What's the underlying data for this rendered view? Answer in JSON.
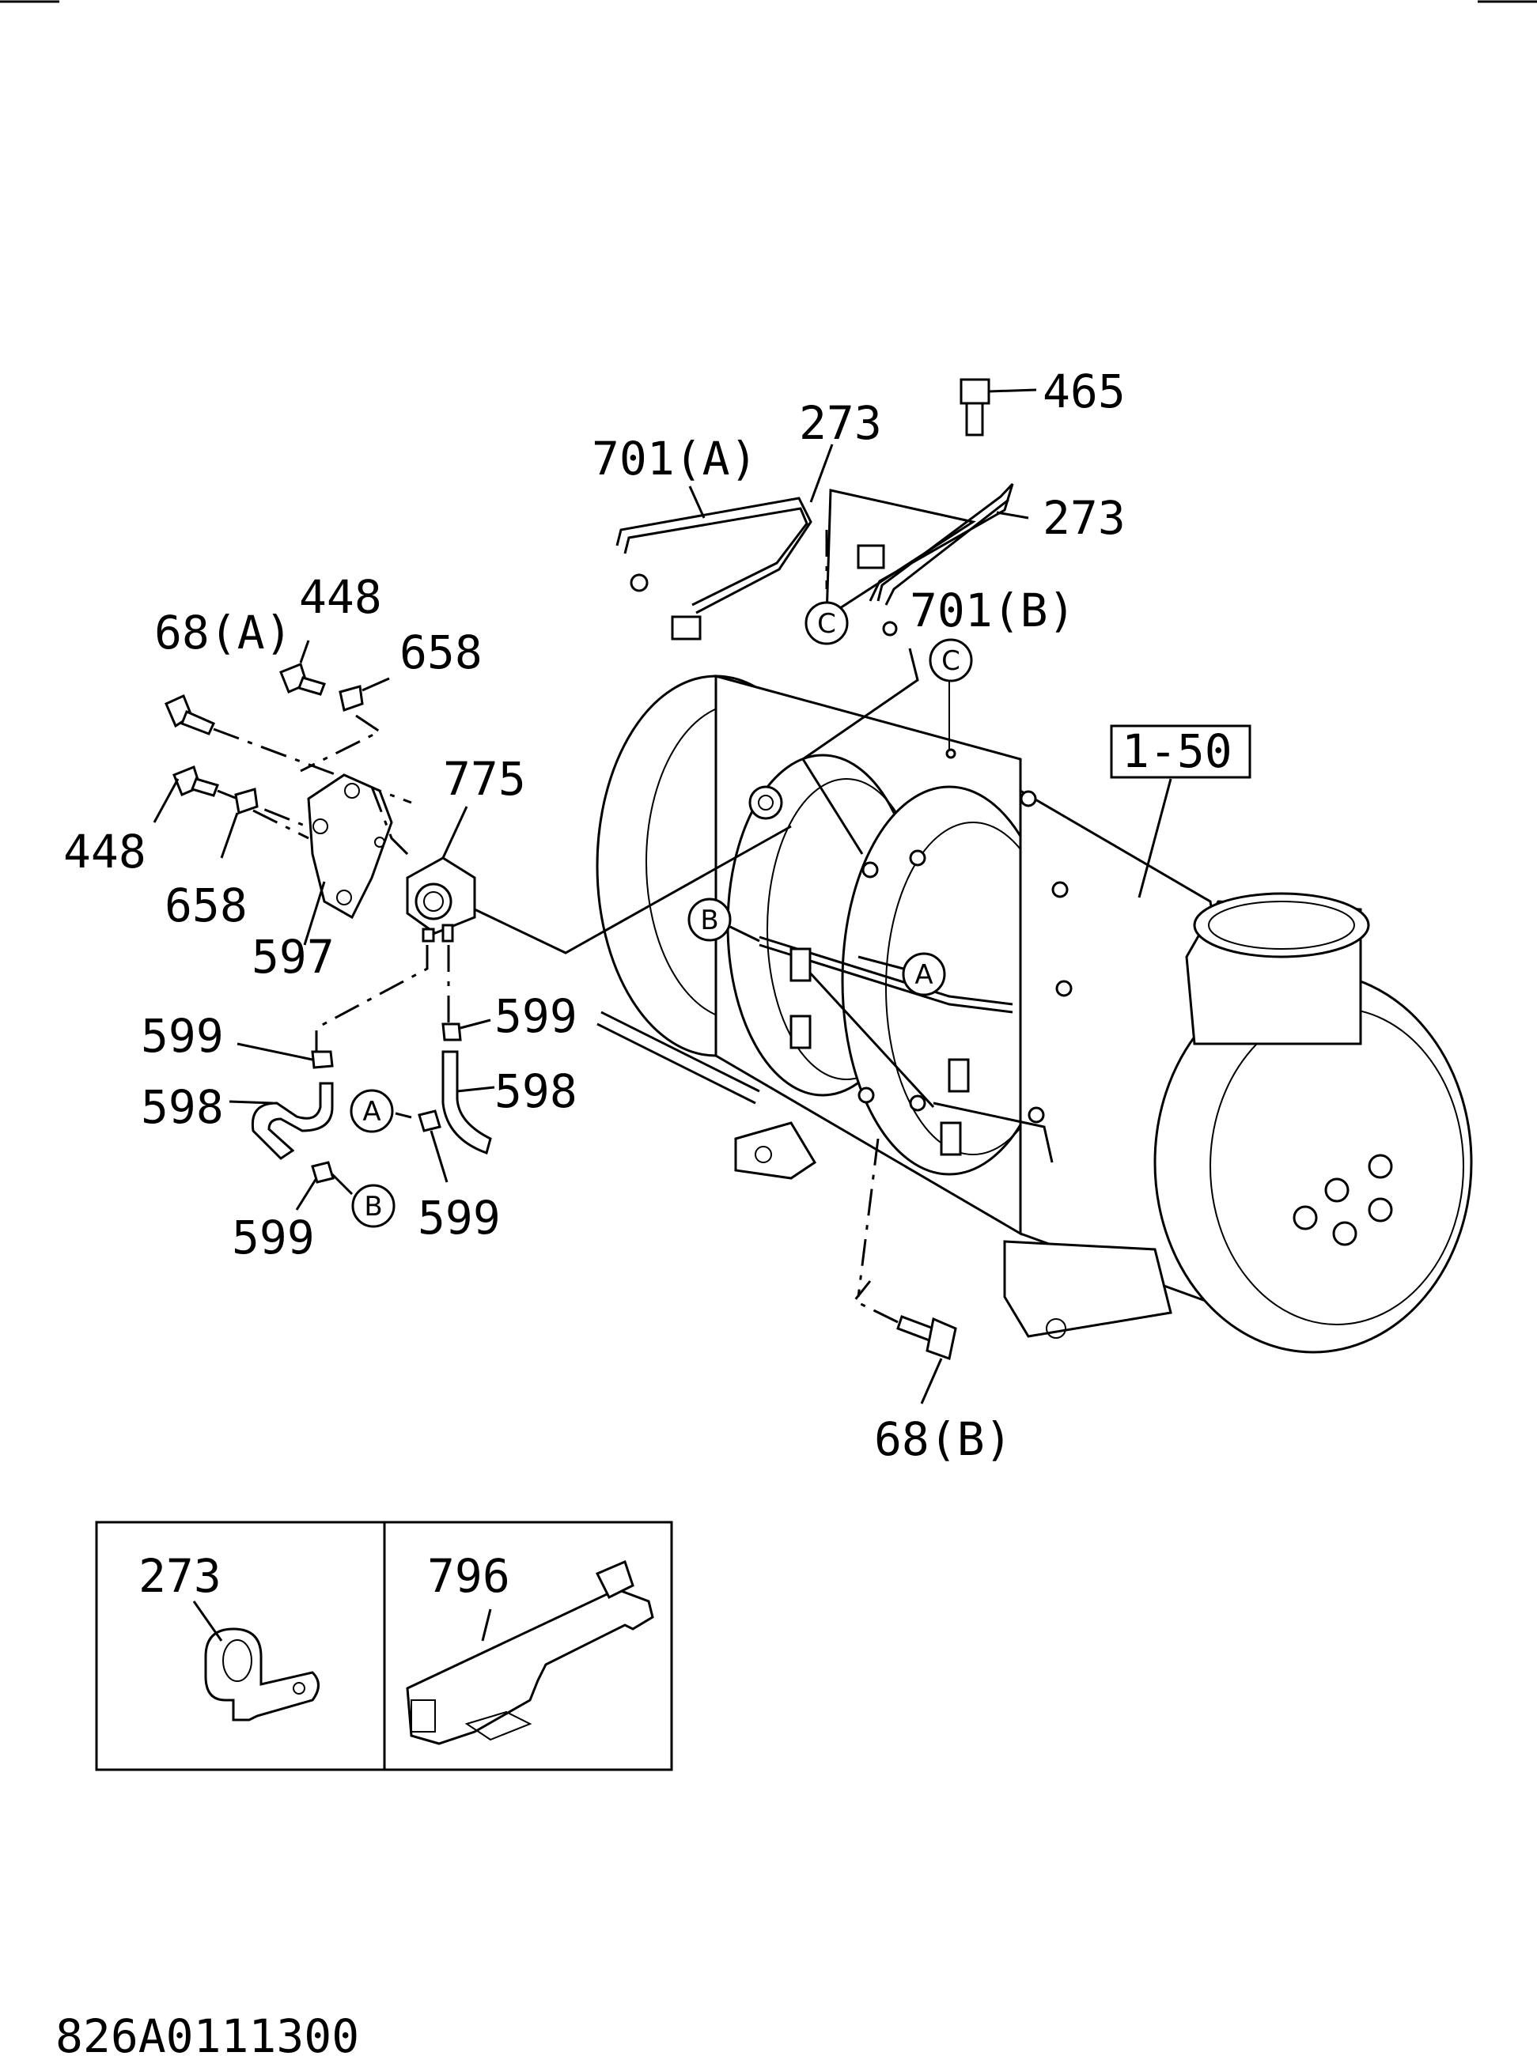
{
  "labels": {
    "l465": "465",
    "l273_top": "273",
    "l701a": "701(A)",
    "l273_right": "273",
    "l701b": "701(B)",
    "l448_top": "448",
    "l68a": "68(A)",
    "l658_top": "658",
    "l775": "775",
    "l1_50": "1-50",
    "l448_left": "448",
    "l658_left": "658",
    "l597": "597",
    "l599_left": "599",
    "l599_right": "599",
    "l598_left": "598",
    "l598_right": "598",
    "l599_bl": "599",
    "l599_br": "599",
    "l68b": "68(B)",
    "l273_inset": "273",
    "l796_inset": "796"
  },
  "markers": {
    "c1": "C",
    "c2": "C",
    "a1": "A",
    "a2": "A",
    "b1": "B",
    "b2": "B"
  },
  "document_number": "826A0111300"
}
